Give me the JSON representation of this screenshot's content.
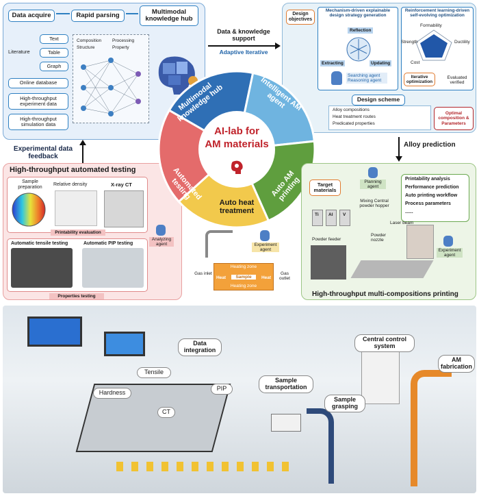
{
  "center": {
    "title_line1": "AI-lab for",
    "title_line2": "AM materials"
  },
  "sectors": {
    "hub": "Multimodal knowledge hub",
    "agent": "Intelligent AM agent",
    "printing": "Auto AM printing",
    "heat": "Auto heat treatment",
    "testing": "Automated testing"
  },
  "flow": {
    "data_knowledge": "Data & knowledge support",
    "adaptive": "Adaptive Iterative",
    "experimental_feedback": "Experimental data feedback",
    "alloy_prediction": "Alloy prediction"
  },
  "hub_panel": {
    "steps": [
      "Data acquire",
      "Rapid parsing",
      "Multimodal knowledge hub"
    ],
    "literature": "Literature",
    "lit_types": [
      "Text",
      "Table",
      "Graph"
    ],
    "sources": [
      "Online database",
      "High-throughput experiment data",
      "High-throughput simulation data"
    ],
    "features": [
      "Composition",
      "Structure",
      "Processing",
      "Property"
    ]
  },
  "agent_panel": {
    "design_objectives": "Design objectives",
    "mechanism": "Mechanism-driven explainable design strategy generation",
    "reinforcement": "Reinforcement learning-driven self-evolving optimization",
    "reflection": "Reflection",
    "extracting": "Extracting",
    "updating": "Updating",
    "agents": "Searching agent Reasoning agent",
    "radar": [
      "Formability",
      "Strength",
      "Ductility",
      "Cost"
    ],
    "iterative": "Iterative optimization",
    "evaluated": "Evaluated verified",
    "design_scheme": "Design scheme",
    "scheme_items": [
      "Alloy compositions",
      "Heat treatment routes",
      "Predicated properties"
    ],
    "optimal": "Optimal composition & Parameters"
  },
  "printing_panel": {
    "target": "Target materials",
    "planning": "Planning agent",
    "tasks": [
      "Printability analysis",
      "Performance prediction",
      "Auto printing workflow",
      "Process parameters",
      "......"
    ],
    "powders": [
      "Ti",
      "Al",
      "V"
    ],
    "mixing": "Mixing Central powder hopper",
    "feeder": "Powder feeder",
    "nozzle": "Powder nozzle",
    "laser": "Laser beam",
    "experiment_agent": "Experiment agent",
    "caption": "High-throughput multi-compositions printing"
  },
  "testing_panel": {
    "title": "High-throughput automated testing",
    "sample_prep": "Sample preparation",
    "density": "Relative density",
    "xray": "X-ray CT",
    "printability": "Printability evaluation",
    "analyzing": "Analyzing agent",
    "tensile": "Automatic tensile testing",
    "pip": "Automatic PIP testing",
    "properties": "Properties testing"
  },
  "heat_panel": {
    "experiment_agent": "Experiment agent",
    "heating_top": "Heating zone",
    "heating_bottom": "Heating zone",
    "heat_left": "Heat",
    "heat_right": "Heat",
    "sample": "Sample",
    "gas_inlet": "Gas inlet",
    "gas_outlet": "Gas outlet"
  },
  "lab": {
    "data_integration": "Data integration",
    "central_control": "Central control system",
    "am_fabrication": "AM fabrication",
    "sample_transport": "Sample transportation",
    "sample_grasping": "Sample grasping",
    "hardness": "Hardness",
    "tensile": "Tensile",
    "pip": "PIP",
    "ct": "CT"
  },
  "colors": {
    "hub": "#2f6fb5",
    "agent": "#6fb4e0",
    "printing": "#5f9e3e",
    "heat": "#f2c94c",
    "testing": "#e46b6b",
    "accent": "#1f63a8"
  }
}
